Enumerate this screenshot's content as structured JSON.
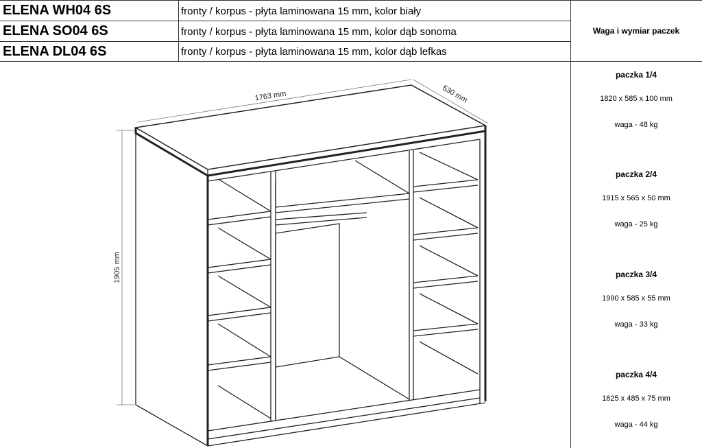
{
  "products": [
    {
      "model": "ELENA WH04 6S",
      "description": "fronty / korpus - płyta laminowana 15 mm, kolor biały"
    },
    {
      "model": "ELENA SO04 6S",
      "description": "fronty / korpus - płyta laminowana 15 mm, kolor dąb sonoma"
    },
    {
      "model": "ELENA DL04 6S",
      "description": "fronty / korpus - płyta laminowana 15 mm, kolor dąb lefkas"
    }
  ],
  "packages_header": "Waga i wymiar paczek",
  "packages": [
    {
      "title": "paczka 1/4",
      "dims": "1820 x 585 x 100 mm",
      "weight": "waga - 48 kg"
    },
    {
      "title": "paczka 2/4",
      "dims": "1915 x 565 x 50 mm",
      "weight": "waga - 25 kg"
    },
    {
      "title": "paczka 3/4",
      "dims": "1990 x 585 x 55 mm",
      "weight": "waga - 33 kg"
    },
    {
      "title": "paczka 4/4",
      "dims": "1825 x 485 x 75  mm",
      "weight": "waga - 44 kg"
    }
  ],
  "dimensions": {
    "width": "1763 mm",
    "depth": "530 mm",
    "height": "1905 mm"
  }
}
